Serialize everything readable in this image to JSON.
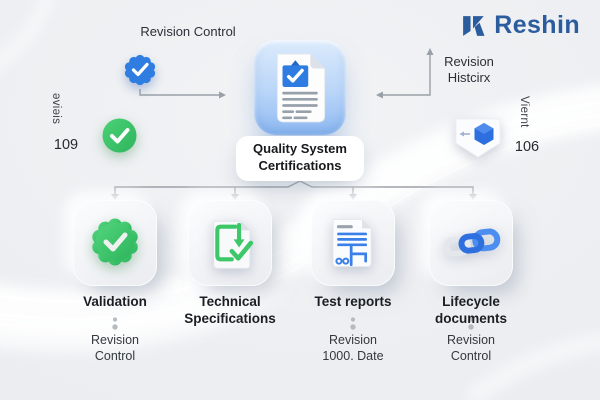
{
  "logo": {
    "text": "Reshin",
    "color": "#2b5c9e"
  },
  "annotations": {
    "revision_control": "Revision Control",
    "revision_history_line1": "Revision",
    "revision_history_line2": "Histcirx"
  },
  "stats": {
    "left": {
      "vertical_label": "əviəis",
      "value": "109"
    },
    "right": {
      "vertical_label": "Viernt",
      "value": "106"
    }
  },
  "center_node": {
    "title_line1": "Quality System",
    "title_line2": "Certifications",
    "icon": "certified-document-icon"
  },
  "nodes": [
    {
      "icon": "seal-check-icon",
      "label_line1": "Validation",
      "label_line2": "",
      "sub_line1": "Revision",
      "sub_line2": "Control"
    },
    {
      "icon": "document-check-icon",
      "label_line1": "Technical",
      "label_line2": "Specifications",
      "sub_line1": "",
      "sub_line2": ""
    },
    {
      "icon": "report-document-icon",
      "label_line1": "Test reports",
      "label_line2": "",
      "sub_line1": "Revision",
      "sub_line2": "1000. Date"
    },
    {
      "icon": "chain-link-icon",
      "label_line1": "Lifecycle documents",
      "label_line2": "",
      "sub_line1": "Revision",
      "sub_line2": "Control"
    }
  ],
  "colors": {
    "background": "#edeff2",
    "accent_blue": "#2f7de1",
    "green": "#3cc868",
    "logo_navy": "#2b5c9e",
    "connector_gray": "#9aa0a7"
  }
}
